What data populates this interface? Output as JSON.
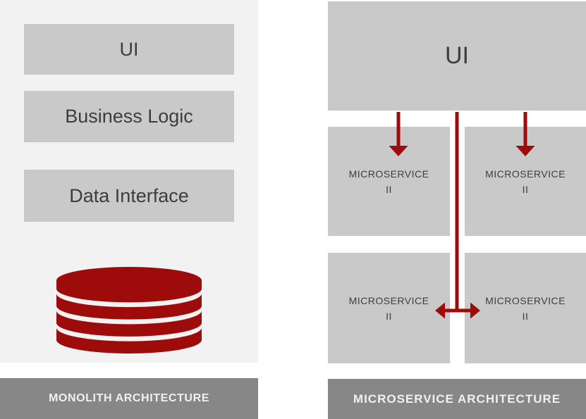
{
  "colors": {
    "accent_red": "#9e0b0b",
    "box_gray": "#c9c9c9",
    "panel_bg": "#f2f2f2",
    "bar_gray": "#878787",
    "text_dark": "#3d3d3d",
    "bar_text": "#f0f0f0"
  },
  "monolith": {
    "layers": [
      {
        "label": "UI"
      },
      {
        "label": "Business Logic"
      },
      {
        "label": "Data Interface"
      }
    ],
    "database_icon": "database-cylinder",
    "caption": "MONOLITH ARCHITECTURE"
  },
  "microservice": {
    "ui_label": "UI",
    "services": [
      {
        "line1": "MICROSERVICE",
        "line2": "II"
      },
      {
        "line1": "MICROSERVICE",
        "line2": "II"
      },
      {
        "line1": "MICROSERVICE",
        "line2": "II"
      },
      {
        "line1": "MICROSERVICE",
        "line2": "II"
      }
    ],
    "caption": "MICROSERVICE ARCHITECTURE"
  }
}
